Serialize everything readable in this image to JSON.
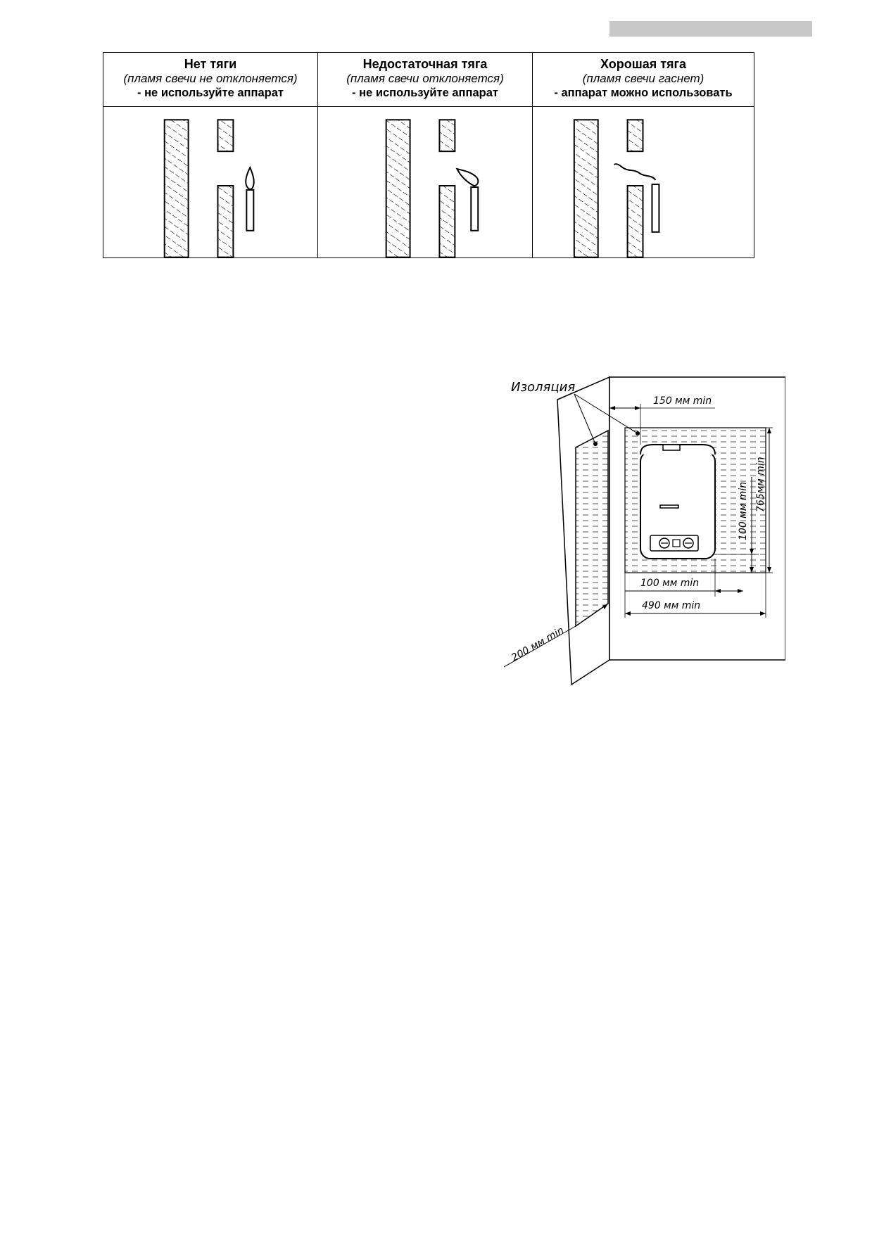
{
  "draft_table": {
    "columns": [
      {
        "title": "Нет тяги",
        "note": "(пламя свечи не отклоняется)",
        "advice": "- не используйте аппарат"
      },
      {
        "title": "Недостаточная тяга",
        "note": "(пламя свечи  отклоняется)",
        "advice": "- не используйте аппарат"
      },
      {
        "title": "Хорошая тяга",
        "note": "(пламя свечи гаснет)",
        "advice": "- аппарат можно  использовать"
      }
    ]
  },
  "installation_diagram": {
    "insulation_label": "Изоляция",
    "dim_side_gap": "150 мм min",
    "dim_top_height": "765мм min",
    "dim_bottom_gap": "100 мм min",
    "dim_bottom_width": "100 мм min",
    "dim_total_width": "490 мм min",
    "dim_wall_distance": "200 мм min"
  }
}
